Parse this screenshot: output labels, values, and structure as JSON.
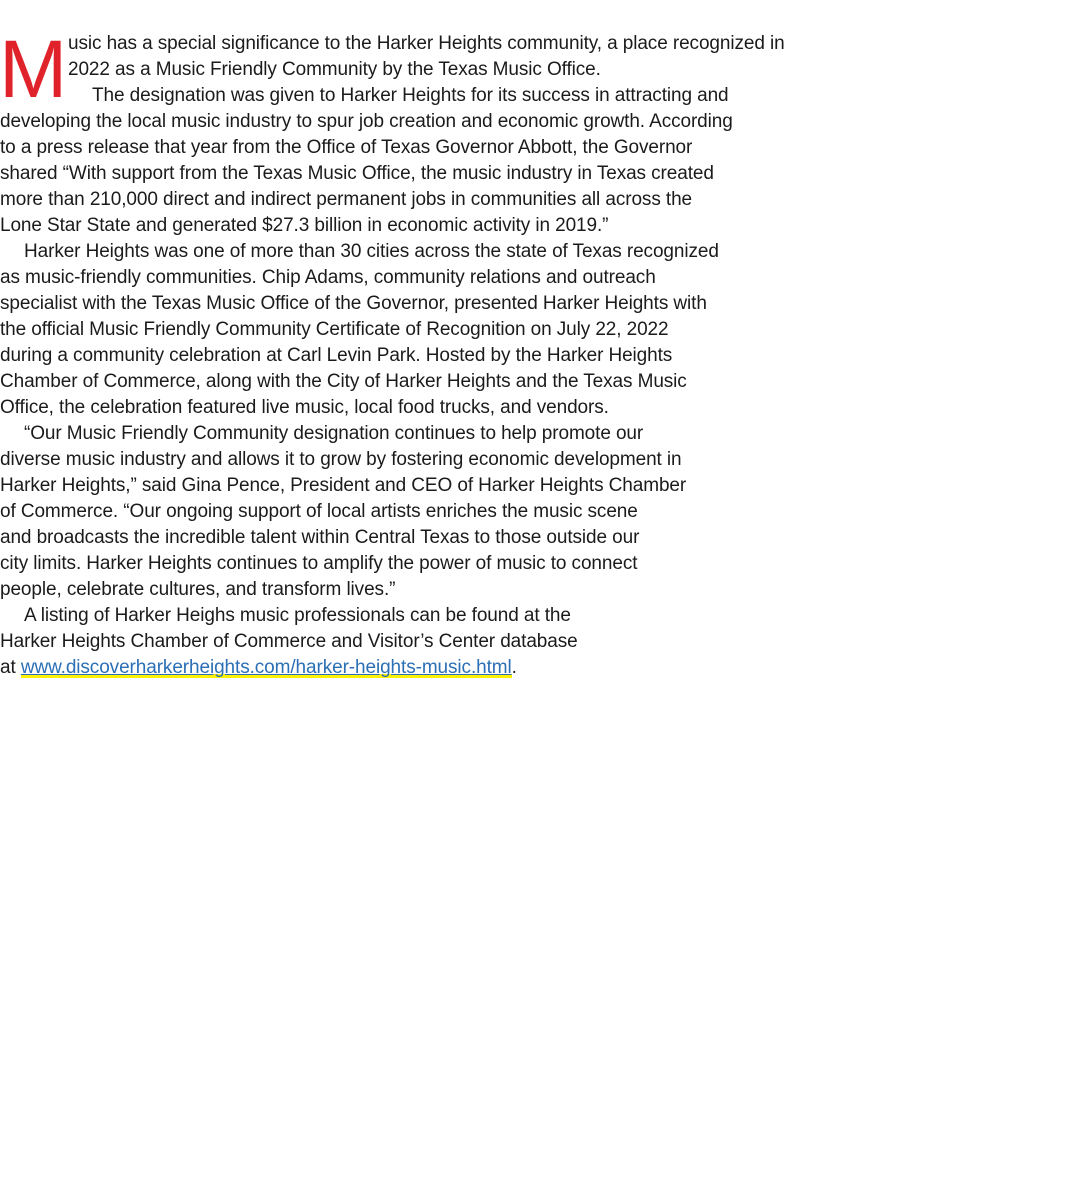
{
  "article": {
    "drop_cap": "M",
    "drop_cap_lines": [
      "usic has a special significance to the Harker Heights community, a place recognized in",
      "2022 as a Music Friendly Community by the Texas Music Office."
    ],
    "lines": [
      "The designation was given to Harker Heights for its success in attracting and",
      "developing the local music industry to spur job creation and economic growth. According",
      "to a press release that year from the Office of Texas Governor Abbott, the Governor",
      "shared “With support from the Texas Music Office, the music industry in Texas created",
      "more than 210,000 direct and indirect permanent jobs in communities all across the",
      "Lone Star State and generated $27.3 billion in economic activity in 2019.”",
      "Harker Heights was one of more than 30 cities across the state of Texas recognized",
      "as music-friendly communities. Chip Adams, community relations and outreach",
      "specialist with the Texas Music Office of the Governor, presented Harker Heights with",
      "the official Music Friendly Community Certificate of Recognition on July 22, 2022",
      "during a community celebration at Carl Levin Park. Hosted by the Harker Heights",
      "Chamber of Commerce, along with the City of Harker Heights and the Texas Music",
      "Office, the celebration featured live music, local food trucks, and vendors.",
      "“Our Music Friendly Community designation continues to help promote our",
      "diverse music industry and allows it to grow by fostering economic development in",
      "Harker Heights,” said Gina Pence, President and CEO of Harker Heights Chamber",
      "of Commerce. “Our ongoing support of local artists enriches the music scene",
      "and broadcasts the incredible talent within Central Texas to those outside our",
      "city limits. Harker Heights continues to amplify the power of music to connect",
      "people, celebrate cultures, and transform lives.”",
      "A listing of Harker Heighs music professionals can be found at the",
      "Harker Heights Chamber of Commerce and Visitor’s Center database"
    ],
    "last_line_prefix": "at ",
    "link_text": "www.discoverharkerheights.com/harker-heights-music.html",
    "last_line_suffix": ".",
    "colors": {
      "drop_cap": "#e0232b",
      "text": "#1b1b1b",
      "link": "#2b6fb5",
      "link_highlight": "#fff200"
    }
  }
}
